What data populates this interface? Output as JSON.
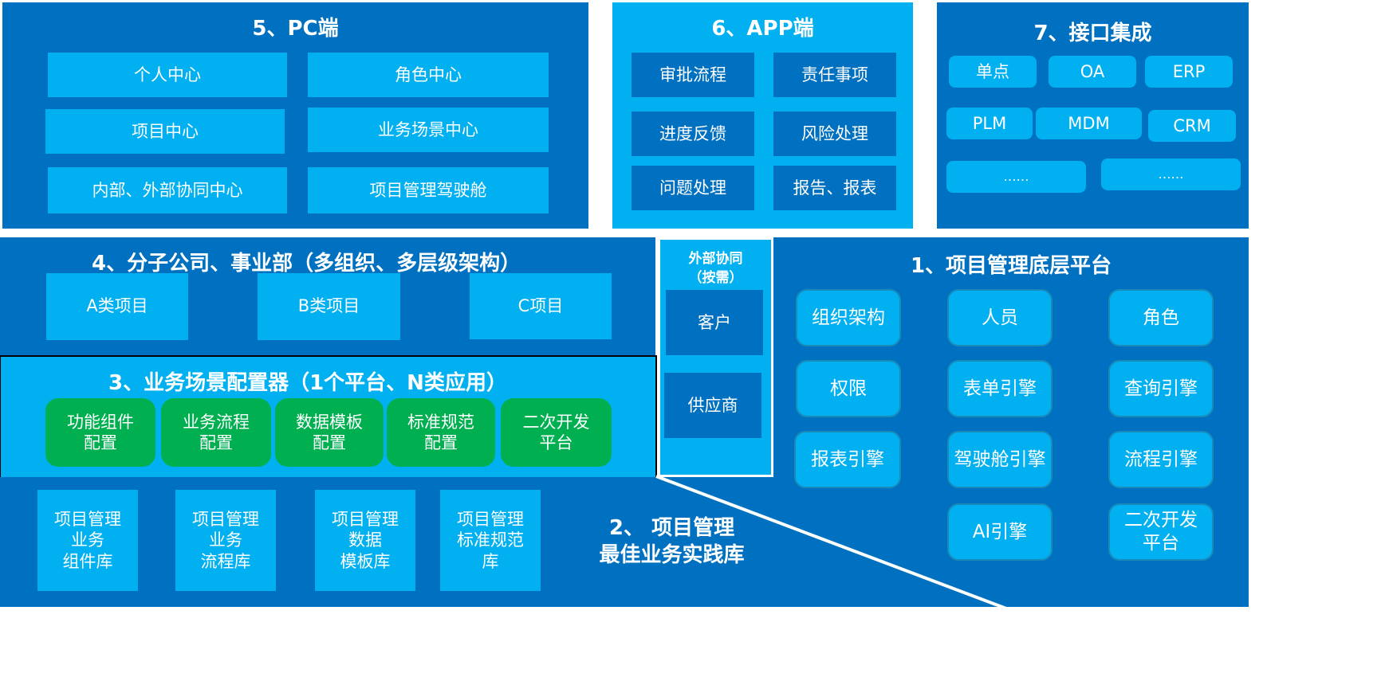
{
  "colors": {
    "dark": "#0070C0",
    "light": "#00B0F0",
    "green": "#00B050"
  },
  "pc": {
    "title": "5、PC端",
    "items": [
      "个人中心",
      "角色中心",
      "项目中心",
      "业务场景中心",
      "内部、外部协同中心",
      "项目管理驾驶舱"
    ]
  },
  "app": {
    "title": "6、APP端",
    "items": [
      "审批流程",
      "责任事项",
      "进度反馈",
      "风险处理",
      "问题处理",
      "报告、报表"
    ]
  },
  "integration": {
    "title": "7、接口集成",
    "items": [
      "单点",
      "OA",
      "ERP",
      "PLM",
      "MDM",
      "CRM",
      "……",
      "……"
    ]
  },
  "org": {
    "title": "4、分子公司、事业部（多组织、多层级架构）",
    "items": [
      "A类项目",
      "B类项目",
      "C项目"
    ]
  },
  "configurator": {
    "title": "3、业务场景配置器（1个平台、N类应用）",
    "items": [
      "功能组件\n配置",
      "业务流程\n配置",
      "数据模板\n配置",
      "标准规范\n配置",
      "二次开发\n平台"
    ]
  },
  "practice": {
    "title_line1": "2、 项目管理",
    "title_line2": "最佳业务实践库",
    "items": [
      "项目管理\n业务\n组件库",
      "项目管理\n业务\n流程库",
      "项目管理\n数据\n模板库",
      "项目管理\n标准规范\n库"
    ]
  },
  "external": {
    "title_line1": "外部协同",
    "title_line2": "（按需）",
    "items": [
      "客户",
      "供应商"
    ]
  },
  "platform": {
    "title": "1、项目管理底层平台",
    "items": [
      "组织架构",
      "人员",
      "角色",
      "权限",
      "表单引擎",
      "查询引擎",
      "报表引擎",
      "驾驶舱引擎",
      "流程引擎",
      "AI引擎",
      "二次开发\n平台"
    ]
  }
}
